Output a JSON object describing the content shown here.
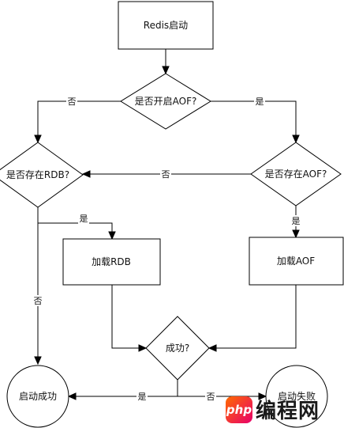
{
  "nodes": {
    "redis_start": "Redis启动",
    "aof_enabled": "是否开启AOF?",
    "aof_exists": "是否存在AOF?",
    "rdb_exists": "是否存在RDB?",
    "load_rdb": "加载RDB",
    "load_aof": "加载AOF",
    "success_check": "成功?",
    "start_success": "启动成功",
    "start_failed": "启动失败"
  },
  "edges": {
    "aof_enabled_no": "否",
    "aof_enabled_yes": "是",
    "aof_exists_no": "否",
    "aof_exists_yes": "是",
    "rdb_exists_yes": "是",
    "rdb_exists_no": "否",
    "success_yes": "是",
    "success_no": "否"
  },
  "watermark": {
    "badge": "php",
    "text": "编程网"
  }
}
